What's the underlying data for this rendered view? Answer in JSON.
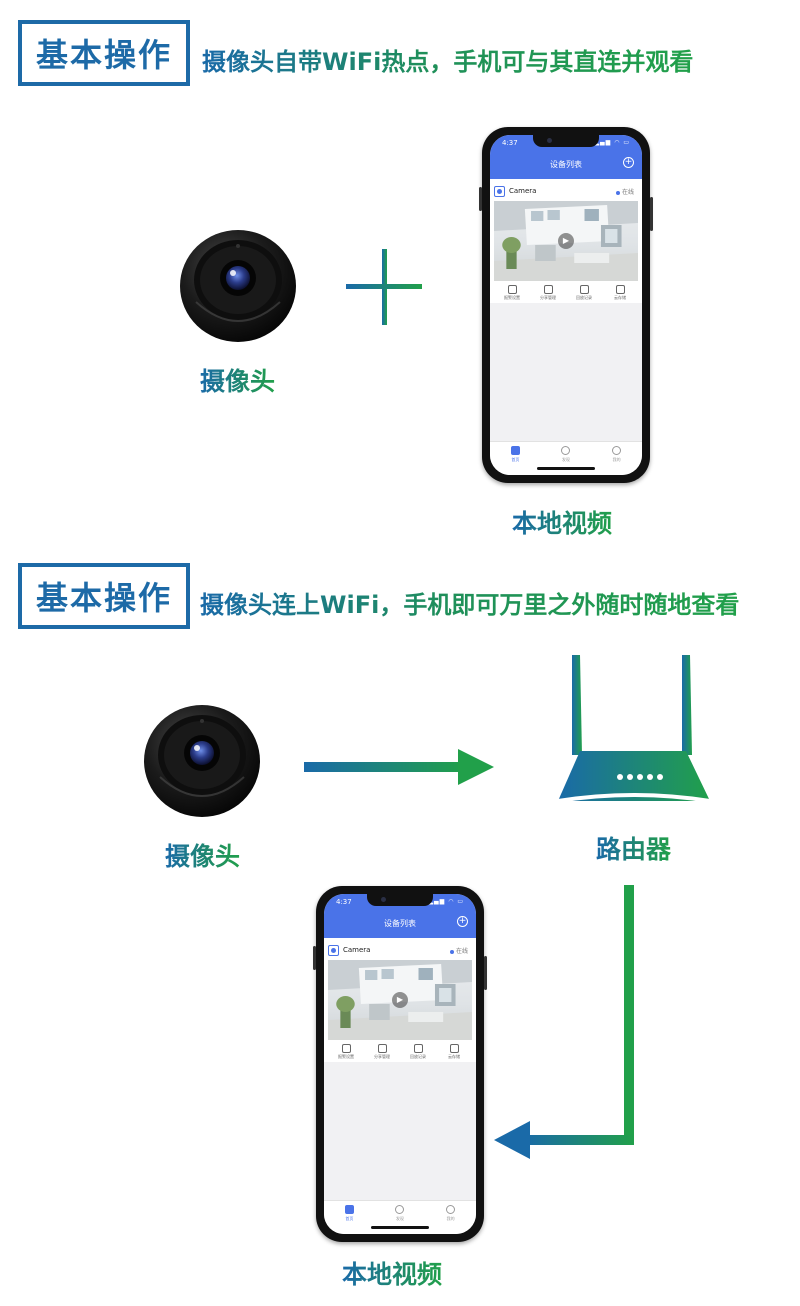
{
  "section1": {
    "heading": "基本操作",
    "subtitle": "摄像头自带WiFi热点，手机可与其直连并观看",
    "camera_caption": "摄像头",
    "phone_caption": "本地视频"
  },
  "section2": {
    "heading": "基本操作",
    "subtitle": "摄像头连上WiFi，手机即可万里之外随时随地查看",
    "camera_caption": "摄像头",
    "router_caption": "路由器",
    "phone_caption": "本地视频"
  },
  "phone_app": {
    "status_time": "4:37",
    "status_icons": "▂▄▆ ◠ ▭",
    "title": "设备列表",
    "add_icon": "+",
    "device_name": "Camera",
    "device_status": "在线",
    "play_icon": "▶",
    "actions": [
      "报警设置",
      "分享管理",
      "回放记录",
      "云存储"
    ],
    "tabs": [
      "首页",
      "发现",
      "我的"
    ]
  },
  "colors": {
    "brand_blue": "#1d6aa7",
    "brand_green": "#21a04a",
    "app_blue": "#4a73e8"
  },
  "icons": {
    "camera": "round-mini-camera-icon",
    "router": "wifi-router-icon",
    "plus": "plus-icon",
    "arrow_right": "arrow-right-icon",
    "arrow_down_left": "arrow-down-left-icon"
  }
}
